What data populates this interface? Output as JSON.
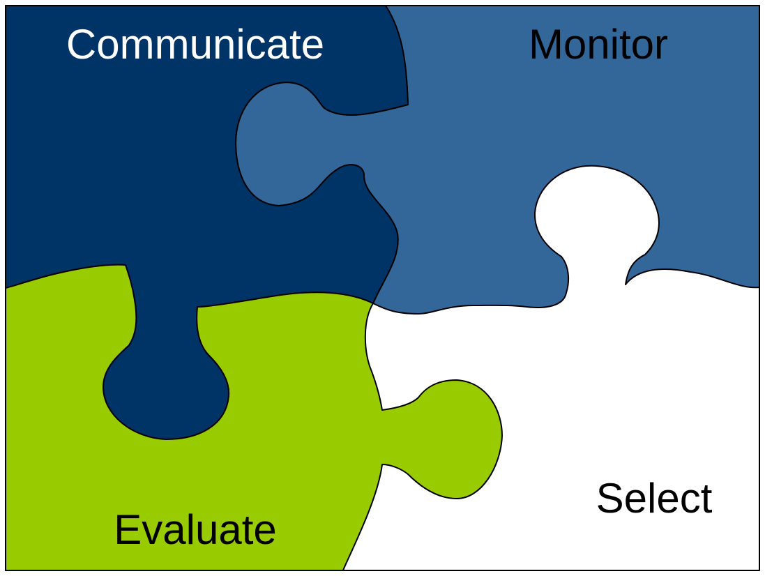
{
  "pieces": [
    {
      "id": "communicate",
      "label": "Communicate",
      "color": "#003366",
      "text_color": "#ffffff"
    },
    {
      "id": "monitor",
      "label": "Monitor",
      "color": "#336699",
      "text_color": "#000000"
    },
    {
      "id": "evaluate",
      "label": "Evaluate",
      "color": "#99cc00",
      "text_color": "#000000"
    },
    {
      "id": "select",
      "label": "Select",
      "color": "#ffffff",
      "text_color": "#000000"
    }
  ]
}
